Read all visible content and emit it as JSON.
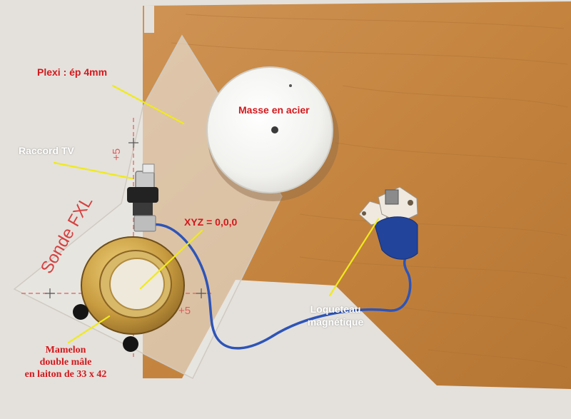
{
  "photo": {
    "annotations": {
      "plexi": "Plexi : ép 4mm",
      "masse": "Masse en acier",
      "raccord": "Raccord TV",
      "xyz": "XYZ = 0,0,0",
      "loqueteau_line1": "Loqueteau",
      "loqueteau_line2": "magnétique",
      "mamelon_line1": "Mamelon",
      "mamelon_line2": "double mâle",
      "mamelon_line3": "en laiton de 33 x 42"
    },
    "plexi_print": {
      "sonde": "Sonde FXL",
      "tick_left": "+5",
      "tick_right": "+5"
    },
    "colors": {
      "wood": "#c98a4a",
      "wood_dark": "#a8692f",
      "steel_disc": "#f4f4f2",
      "brass": "#c9a14a",
      "cable": "#2d54b8",
      "pointer_line": "#f0ea1a",
      "label_red": "#d4181c"
    }
  }
}
